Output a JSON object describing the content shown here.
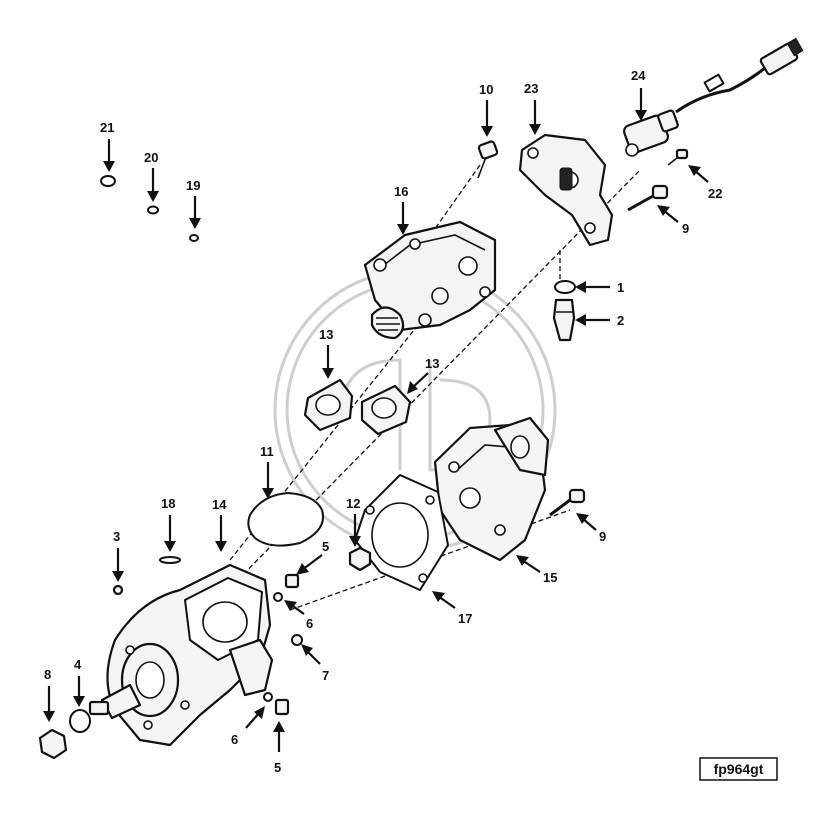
{
  "figure_ref": "fp964gt",
  "callouts": [
    "1",
    "2",
    "3",
    "4",
    "5",
    "5",
    "6",
    "6",
    "7",
    "8",
    "9",
    "9",
    "10",
    "11",
    "12",
    "13",
    "13",
    "14",
    "15",
    "16",
    "17",
    "18",
    "19",
    "20",
    "21",
    "22",
    "23",
    "24"
  ]
}
